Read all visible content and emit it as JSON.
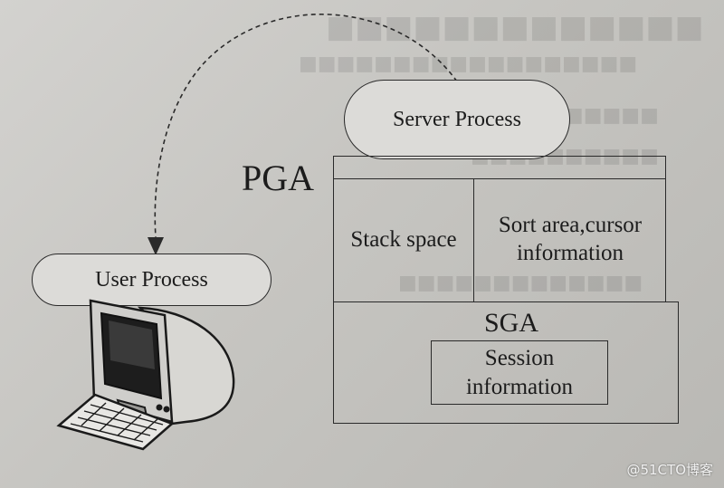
{
  "diagram": {
    "server_process": "Server Process",
    "user_process": "User Process",
    "pga": "PGA",
    "stack_space": "Stack space",
    "sort_area_line1": "Sort area,cursor",
    "sort_area_line2": "information",
    "sga": "SGA",
    "session_line1": "Session",
    "session_line2": "information"
  },
  "icons": {
    "computer": "computer-icon",
    "arrow": "dashed-arrow-icon"
  },
  "watermark": "@51CTO博客",
  "colors": {
    "background": "#c8c7c3",
    "stroke": "#2a2a2a",
    "pill_fill": "#dcdbd8"
  }
}
